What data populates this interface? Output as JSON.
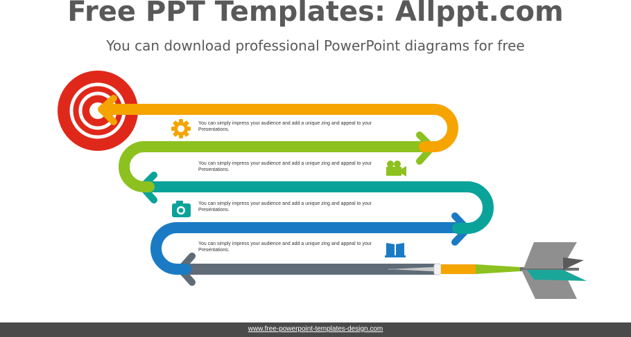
{
  "header": {
    "title": "Free PPT Templates: Allppt.com",
    "subtitle": "You can download professional PowerPoint diagrams for free"
  },
  "colors": {
    "target": "#e0281a",
    "row1": "#f5a400",
    "row2": "#8cc11f",
    "row3": "#0aa39a",
    "row4": "#1a7bc4",
    "row5": "#5f6b77",
    "dart_shaft": "#f5a400",
    "dart_band": "#8cc11f",
    "dart_fin_dark": "#707070",
    "dart_fin_light": "#8f8f8f",
    "dart_fin_teal": "#1aa79a",
    "footer_bg": "#4a4a4a"
  },
  "rows": [
    {
      "text": "You can simply impress your audience and add a unique zing and appeal to your Presentations.",
      "icon": "gear-icon"
    },
    {
      "text": "You can simply impress your audience and add a unique zing and appeal to your Presentations.",
      "icon": "video-camera-icon"
    },
    {
      "text": "You can simply impress your audience and add a unique zing and appeal to your Presentations.",
      "icon": "camera-icon"
    },
    {
      "text": "You can simply impress your audience and add a unique zing and appeal to your Presentations.",
      "icon": "book-icon"
    }
  ],
  "footer": {
    "link": "www.free-powerpoint-templates-design.com"
  }
}
